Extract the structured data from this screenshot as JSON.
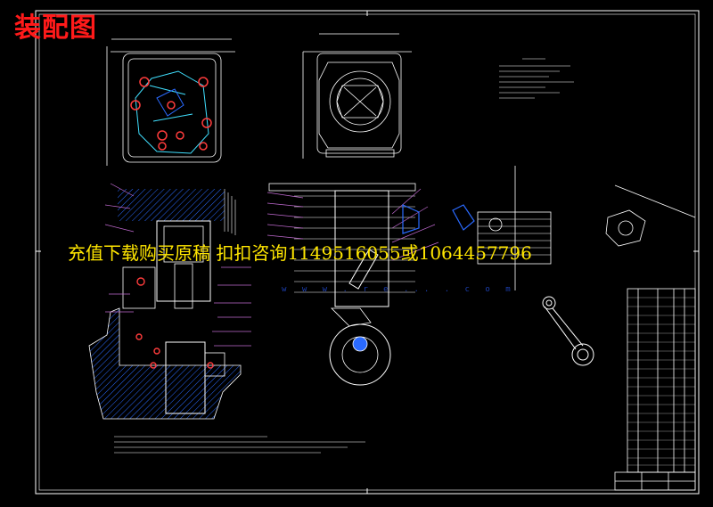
{
  "title": "装配图",
  "watermark": {
    "text": "充值下载购买原稿 扣扣咨询1149516055或1064457796",
    "url": "w w w . r e ... . c o m"
  },
  "colors": {
    "background": "#000000",
    "frame": "#ffffff",
    "title": "#ff1a1a",
    "watermark": "#ffe600",
    "section_hatch": "#2a6aff",
    "leader_lines": "#c06ad0",
    "parts": "#ff3c3c",
    "cyan": "#40e0ff"
  }
}
